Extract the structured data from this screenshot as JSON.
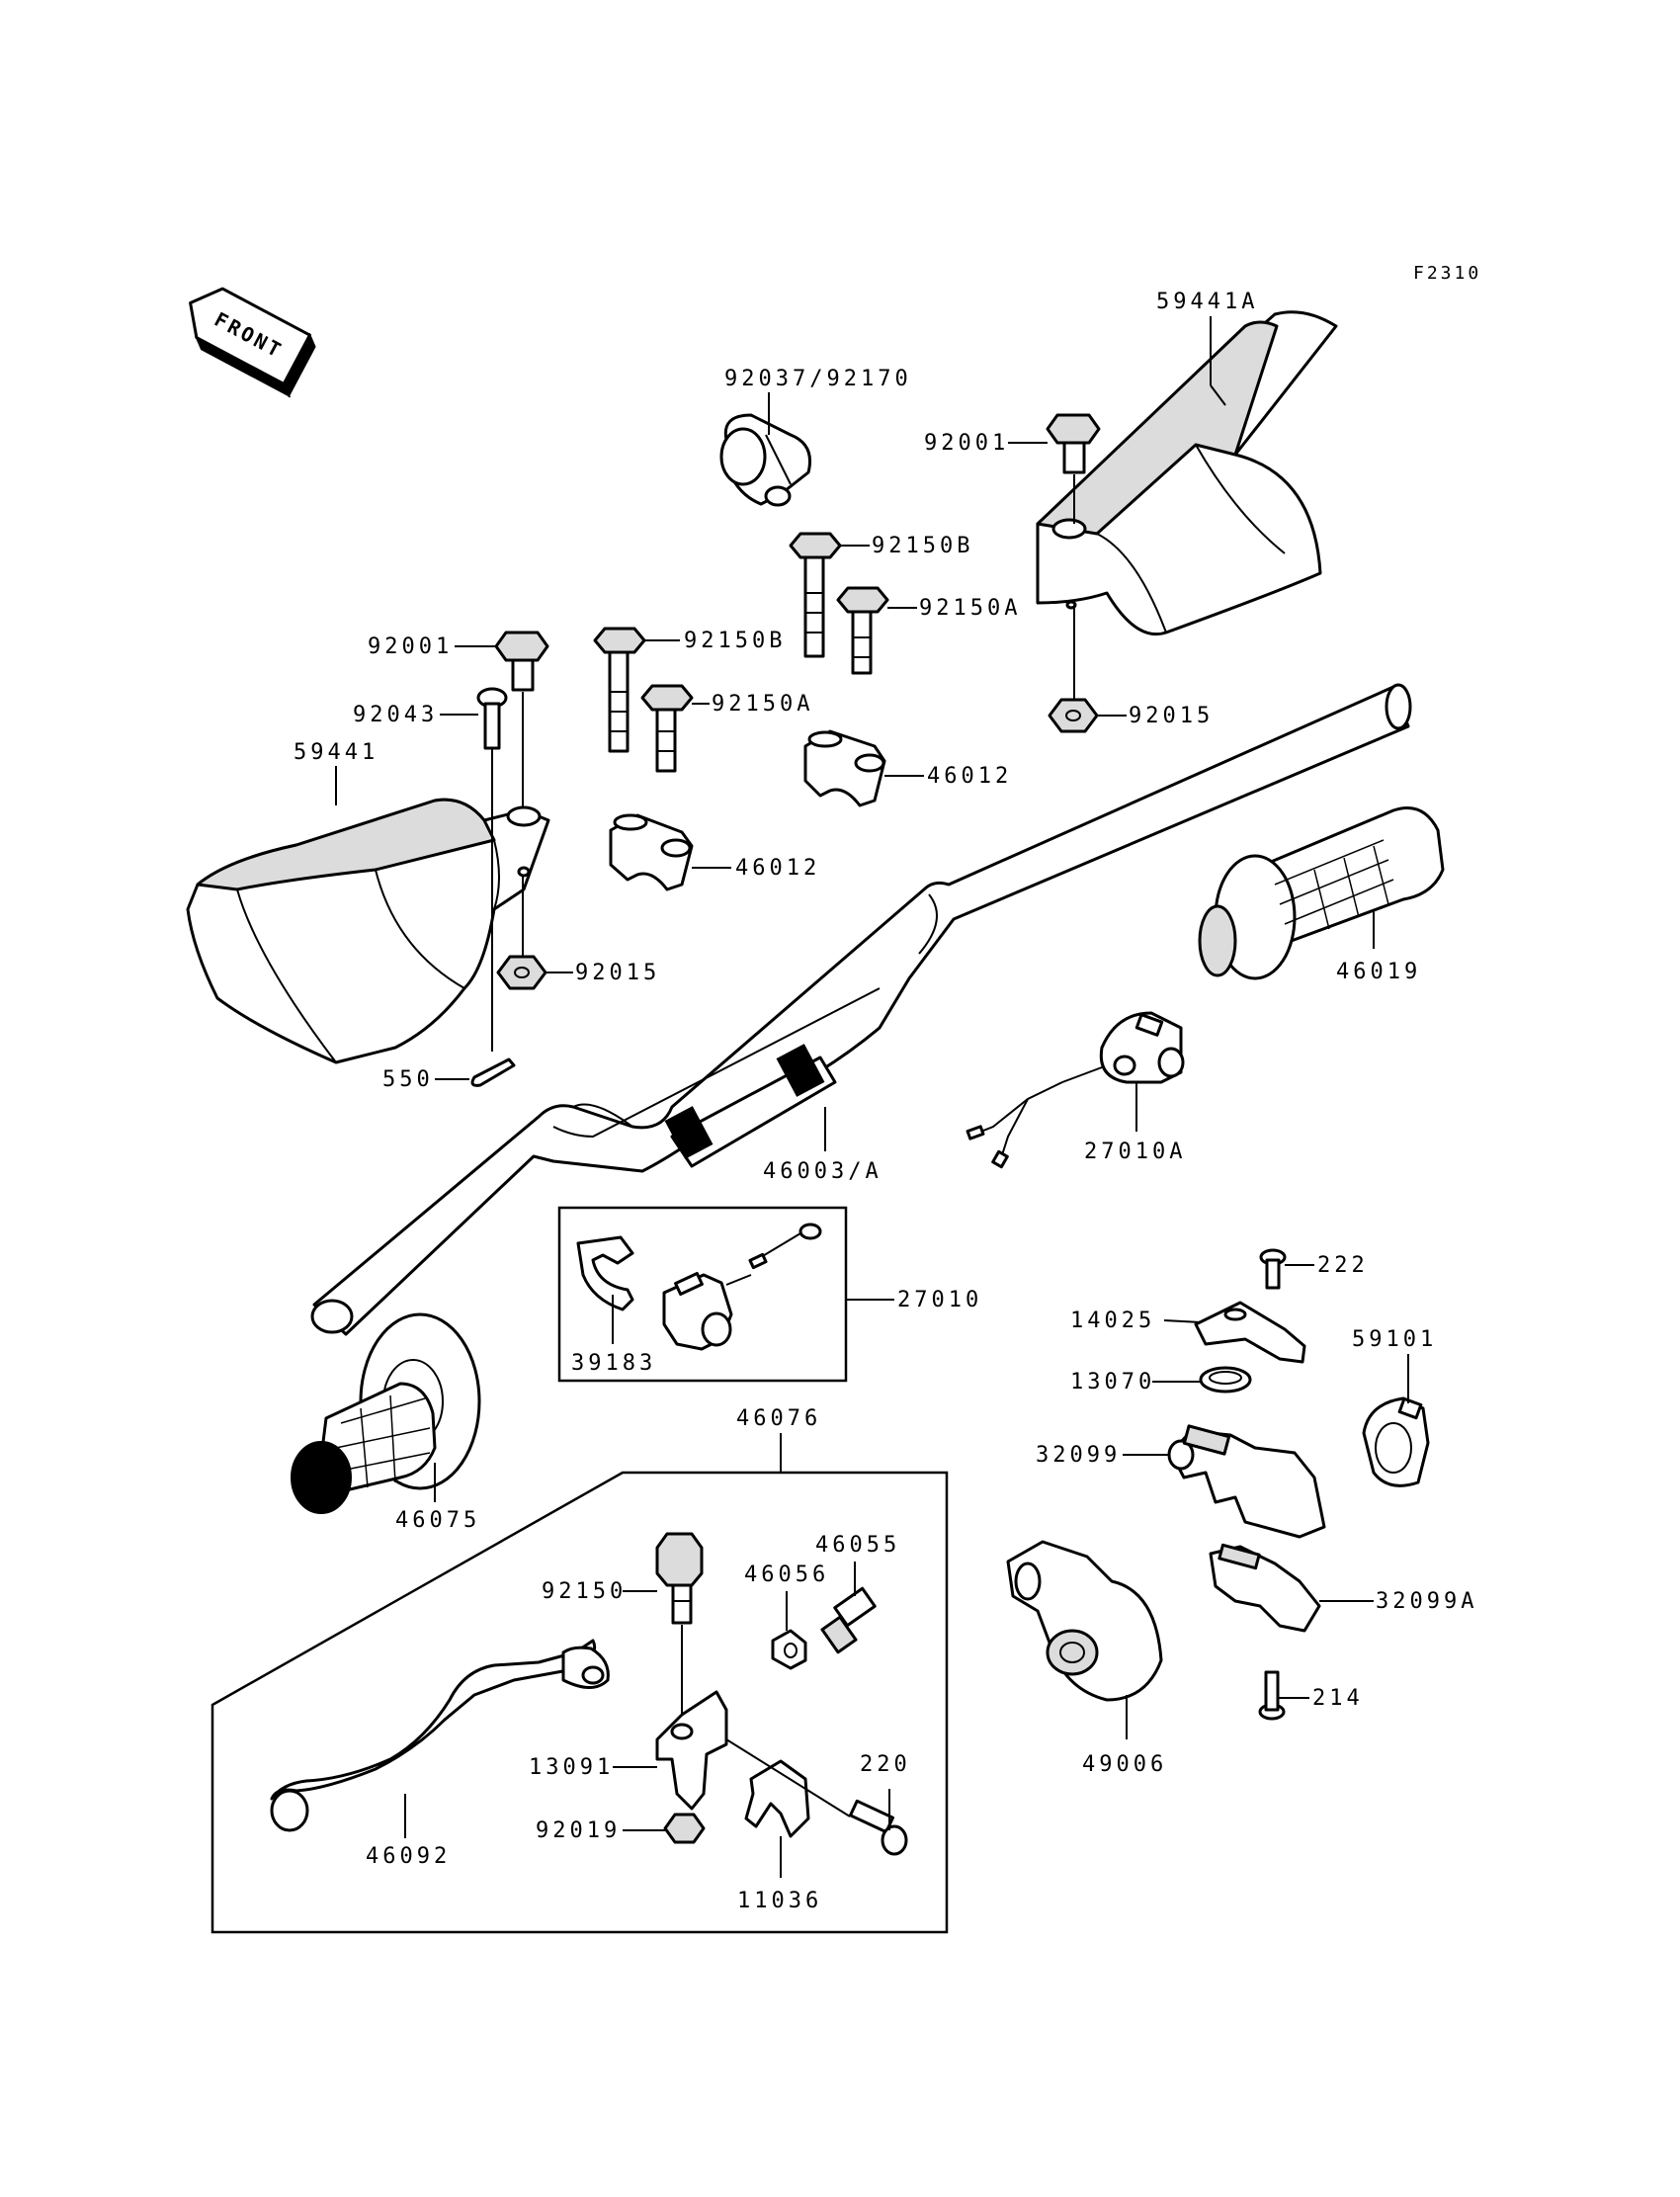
{
  "figure_code": "F2310",
  "direction_marker": "FRONT",
  "part_labels": {
    "p59441A": "59441A",
    "p92037": "92037/92170",
    "p92001_top": "92001",
    "p92150B_top": "92150B",
    "p92150A_top": "92150A",
    "p92015_top": "92015",
    "p92001_left": "92001",
    "p92150B_left": "92150B",
    "p92043": "92043",
    "p92150A_left": "92150A",
    "p46012_top": "46012",
    "p59441": "59441",
    "p46012_left": "46012",
    "p46019": "46019",
    "p92015_left": "92015",
    "p550": "550",
    "p46003": "46003/A",
    "p27010A": "27010A",
    "p27010": "27010",
    "p39183": "39183",
    "p222": "222",
    "p14025": "14025",
    "p59101": "59101",
    "p13070": "13070",
    "p46076": "46076",
    "p32099": "32099",
    "p46075": "46075",
    "p46055": "46055",
    "p92150": "92150",
    "p46056": "46056",
    "p32099A": "32099A",
    "p214": "214",
    "p220": "220",
    "p13091": "13091",
    "p49006": "49006",
    "p92019": "92019",
    "p46092": "46092",
    "p11036": "11036"
  }
}
